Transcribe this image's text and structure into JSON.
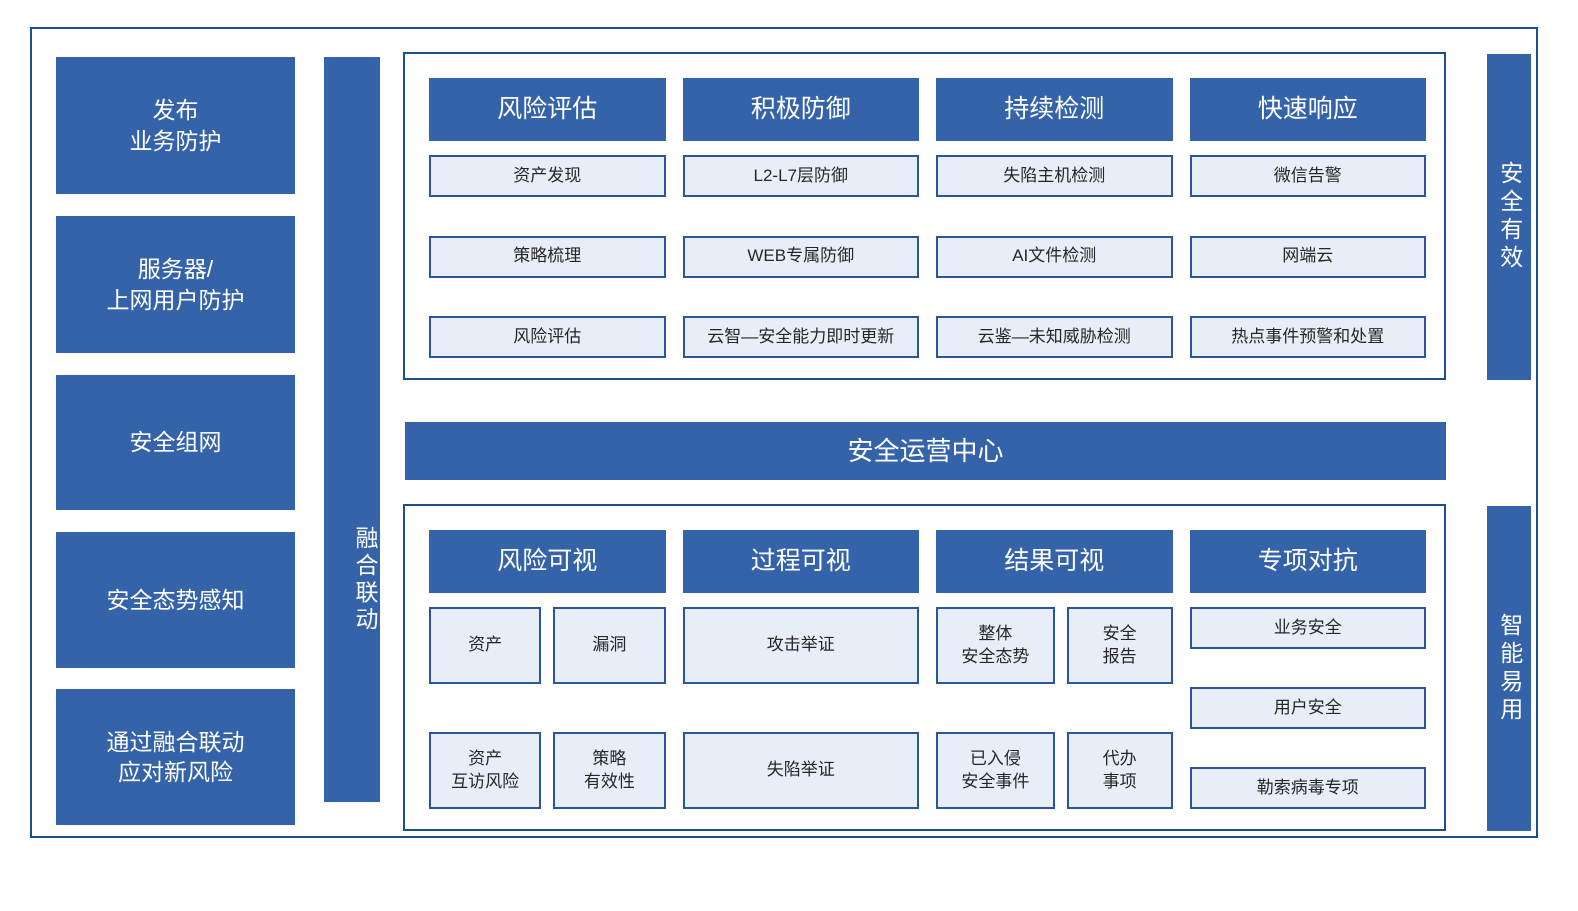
{
  "left_stages": [
    {
      "label": "发布\n业务防护"
    },
    {
      "label": "服务器/\n上网用户防护"
    },
    {
      "label": "安全组网"
    },
    {
      "label": "安全态势感知"
    },
    {
      "label": "通过融合联动\n应对新风险"
    }
  ],
  "linkage_bar": {
    "label": "融合联动"
  },
  "soc_bar": {
    "label": "安全运营中心"
  },
  "side_bars": {
    "effective": "安全有效",
    "usable": "智能易用"
  },
  "protect_panel": {
    "columns": [
      {
        "header": "风险评估",
        "items": [
          "资产发现",
          "策略梳理",
          "风险评估"
        ]
      },
      {
        "header": "积极防御",
        "items": [
          "L2-L7层防御",
          "WEB专属防御",
          "云智—安全能力即时更新"
        ]
      },
      {
        "header": "持续检测",
        "items": [
          "失陷主机检测",
          "AI文件检测",
          "云鉴—未知威胁检测"
        ]
      },
      {
        "header": "快速响应",
        "items": [
          "微信告警",
          "网端云",
          "热点事件预警和处置"
        ]
      }
    ]
  },
  "visible_panel": {
    "columns": [
      {
        "header": "风险可视",
        "rows": [
          [
            "资产",
            "漏洞"
          ],
          [
            "资产\n互访风险",
            "策略\n有效性"
          ]
        ]
      },
      {
        "header": "过程可视",
        "items": [
          "攻击举证",
          "失陷举证"
        ]
      },
      {
        "header": "结果可视",
        "rows": [
          [
            "整体\n安全态势",
            "安全\n报告"
          ],
          [
            "已入侵\n安全事件",
            "代办\n事项"
          ]
        ]
      },
      {
        "header": "专项对抗",
        "items": [
          "业务安全",
          "用户安全",
          "勒索病毒专项"
        ]
      }
    ]
  },
  "colors": {
    "primary_blue": "#3463aa",
    "border_blue": "#1f4e8c",
    "lite_fill": "#e8eef8",
    "lite_border": "#2a5699"
  }
}
